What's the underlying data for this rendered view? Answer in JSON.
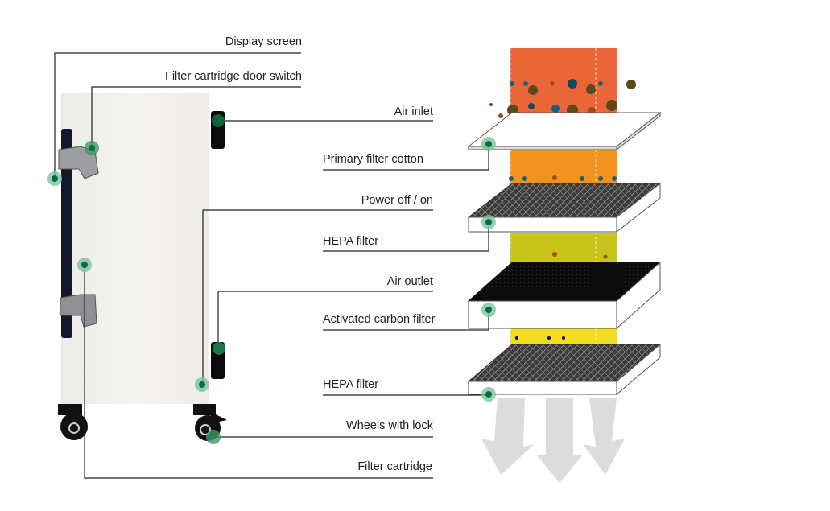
{
  "diagram": {
    "colors": {
      "leader_line": "#222222",
      "marker_outer": "#7cc4a0",
      "marker_inner": "#0f6b3e",
      "cabinet": "#f2f0ec",
      "inlet_stream": "#ea6638",
      "stage2_stream": "#f1931e",
      "stage3_stream": "#c9c41c",
      "stage4_stream": "#f1dc23",
      "arrow": "#dcdcdc"
    },
    "labels": {
      "display_screen": "Display screen",
      "door_switch": "Filter cartridge door switch",
      "air_inlet": "Air inlet",
      "primary_filter": "Primary filter cotton",
      "power": "Power off / on",
      "hepa_1": "HEPA filter",
      "air_outlet": "Air outlet",
      "carbon_filter": "Activated carbon filter",
      "hepa_2": "HEPA filter",
      "wheels": "Wheels with lock",
      "filter_cartridge": "Filter cartridge"
    }
  }
}
